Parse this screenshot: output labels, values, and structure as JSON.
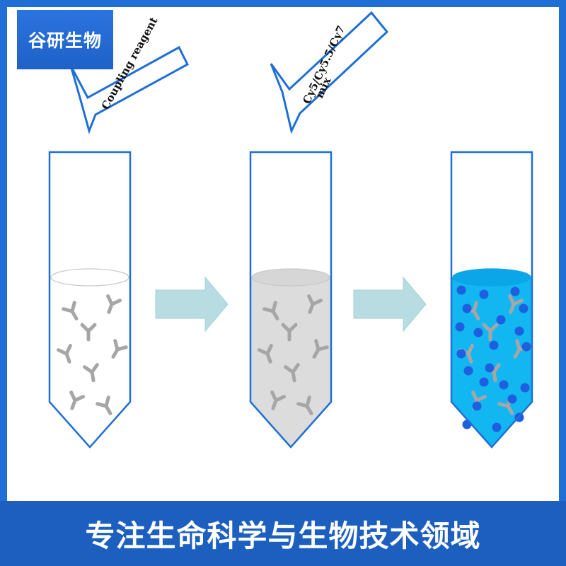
{
  "brand": {
    "name": "谷研生物"
  },
  "footer": {
    "tagline": "专注生命科学与生物技术领域"
  },
  "steps": [
    {
      "reagent_label_1": "Coupling reagent",
      "reagent_label_2": ""
    },
    {
      "reagent_label_1": "Cy5/Cy5.5/Cy7",
      "reagent_label_2": "mix"
    }
  ],
  "tubes": [
    {
      "liquid": "#ffffff",
      "surface": "#ffffff",
      "dye": false
    },
    {
      "liquid": "#dcdcdc",
      "surface": "#d6d6d6",
      "dye": false
    },
    {
      "liquid": "#12b6f0",
      "surface": "#0aa6e8",
      "dye": true
    }
  ],
  "colors": {
    "frame": "#1f6fd6",
    "tube_outline": "#1f6fd6",
    "antibody": "#a6a6a6",
    "dye_dot": "#1e5fe0",
    "process_arrow": "#b7dde2"
  }
}
